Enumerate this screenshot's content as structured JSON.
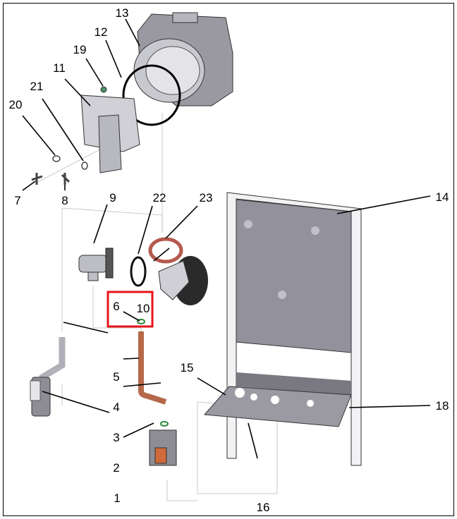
{
  "callouts": [
    "1",
    "2",
    "3",
    "4",
    "5",
    "6",
    "7",
    "8",
    "9",
    "10",
    "11",
    "12",
    "13",
    "14",
    "15",
    "16",
    "18",
    "19",
    "20",
    "21",
    "22",
    "23"
  ],
  "highlight": {
    "part": "6",
    "color": "#e8141b"
  },
  "colors": {
    "metal": "#8e8d96",
    "copper": "#b5694a",
    "gasket_red": "#b55a4e",
    "oring_green": "#2e8b3a"
  }
}
